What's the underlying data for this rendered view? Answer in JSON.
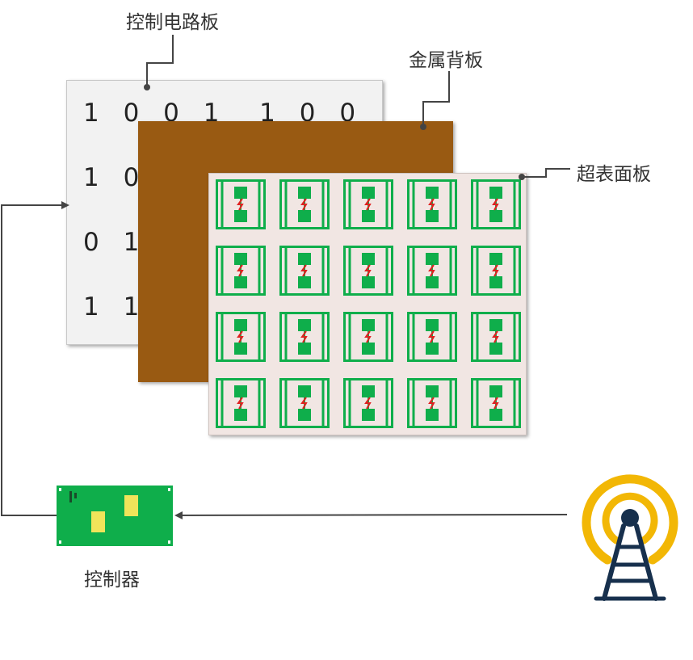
{
  "labels": {
    "circuit_board": "控制电路板",
    "metal_backplate": "金属背板",
    "metasurface": "超表面板",
    "controller": "控制器"
  },
  "binary_rows": [
    "1 0 0 1  1 0 0 1 0 0",
    "1 0 1",
    "0 1 0",
    "1 1 0"
  ],
  "metasurface_grid": {
    "rows": 4,
    "cols": 5
  },
  "colors": {
    "metal": "#995a12",
    "unit_green": "#0fae4b",
    "diode_red": "#e02020",
    "controller_pads": "#f0e45a",
    "antenna_arcs": "#f2b705",
    "antenna_tower": "#17304d",
    "connector": "#444444"
  },
  "icons": {
    "antenna": "signal-tower-icon"
  }
}
